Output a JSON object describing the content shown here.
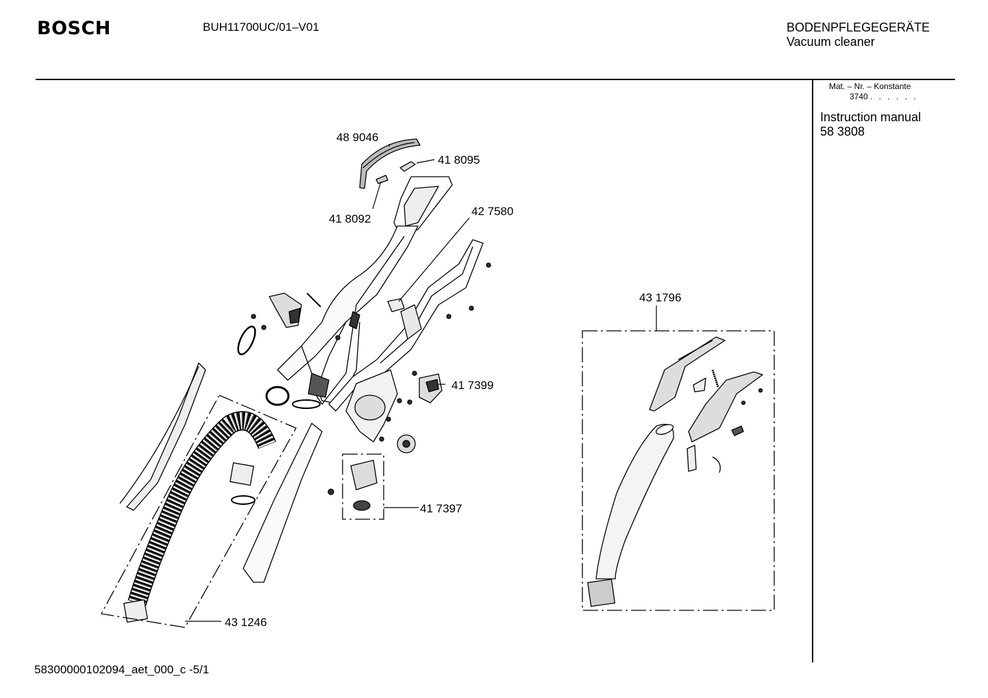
{
  "header": {
    "brand": "BOSCH",
    "model": "BUH11700UC/01–V01",
    "category_de": "BODENPFLEGEGERÄTE",
    "category_en": "Vacuum cleaner"
  },
  "sidebar": {
    "mat_label": "Mat. – Nr. – Konstante",
    "mat_value": "3740",
    "mat_dots": ". . . . . .",
    "instruction_label": "Instruction manual",
    "instruction_number": "58 3808"
  },
  "parts": {
    "p489046": "48 9046",
    "p418095": "41 8095",
    "p418092": "41 8092",
    "p427580": "42 7580",
    "p417399": "41 7399",
    "p417397": "41 7397",
    "p431246": "43 1246",
    "p431796": "43 1796"
  },
  "footer": {
    "code": "58300000102094_aet_000_c -5/1"
  }
}
